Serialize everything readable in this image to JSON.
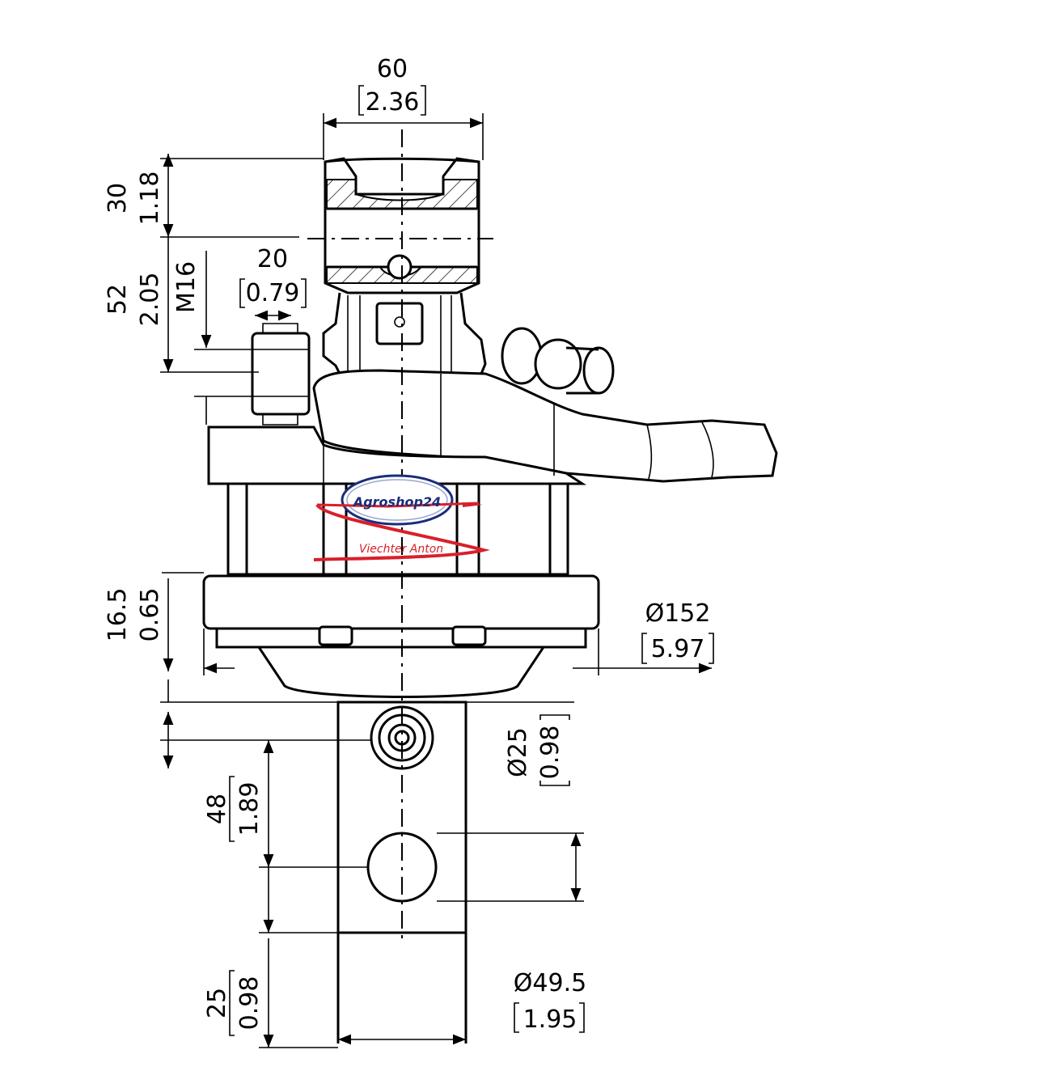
{
  "dimensions": {
    "width_top": {
      "mm": "60",
      "inch": "2.36"
    },
    "height_top": {
      "mm": "30",
      "inch": "1.18"
    },
    "height_mid": {
      "mm": "52",
      "inch": "2.05"
    },
    "thread": {
      "label": "M16"
    },
    "port_offset": {
      "mm": "20",
      "inch": "0.79"
    },
    "flange_height": {
      "mm": "16.5",
      "inch": "0.65"
    },
    "flange_diameter": {
      "mm": "Ø152",
      "inch": "5.97"
    },
    "hole_diameter": {
      "mm": "Ø25",
      "inch": "0.98"
    },
    "hole_spacing": {
      "mm": "48",
      "inch": "1.89"
    },
    "shaft_bottom": {
      "mm": "25",
      "inch": "0.98"
    },
    "shaft_diameter": {
      "mm": "Ø49.5",
      "inch": "1.95"
    }
  },
  "watermark": {
    "brand": "Agroshop24",
    "name": "Viechter Anton",
    "accent_color": "#d8202a",
    "ring_color": "#1a2d7a"
  }
}
